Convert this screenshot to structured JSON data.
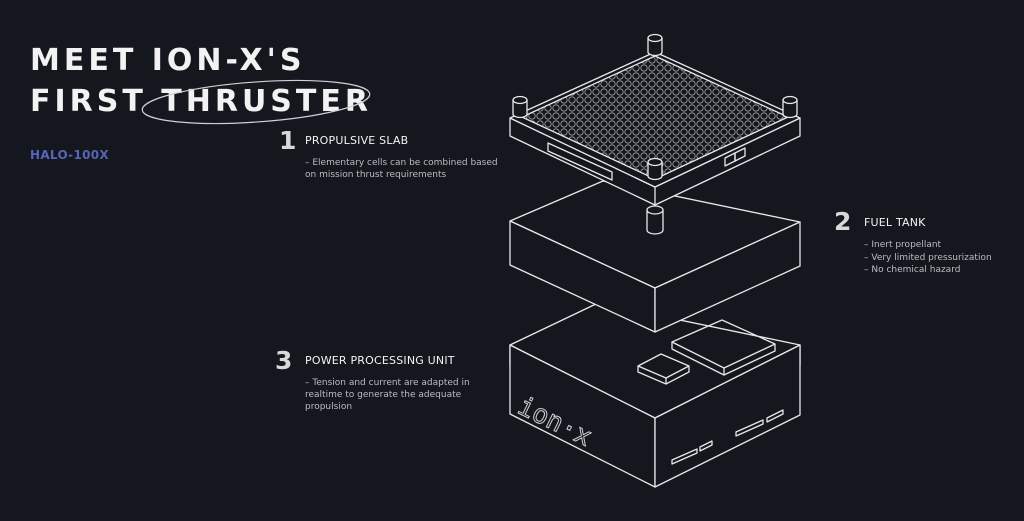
{
  "hero": {
    "title_line1": "MEET ION-X'S",
    "title_line2": "FIRST THRUSTER",
    "model": "HALO-100X"
  },
  "features": [
    {
      "number": "1",
      "title": "PROPULSIVE SLAB",
      "description": "– Elementary cells can be combined based on mission thrust requirements"
    },
    {
      "number": "2",
      "title": "FUEL TANK",
      "bullets": [
        "– Inert propellant",
        "– Very limited pressurization",
        "– No chemical hazard"
      ]
    },
    {
      "number": "3",
      "title": "POWER PROCESSING UNIT",
      "description": "– Tension and current are adapted in realtime to generate the adequate propulsion"
    }
  ],
  "device": {
    "logo_text": "ion·x",
    "stroke_color": "#e8e8ea"
  },
  "colors": {
    "background": "#15171e",
    "accent": "#5864b8",
    "text": "#e9e9ec"
  }
}
